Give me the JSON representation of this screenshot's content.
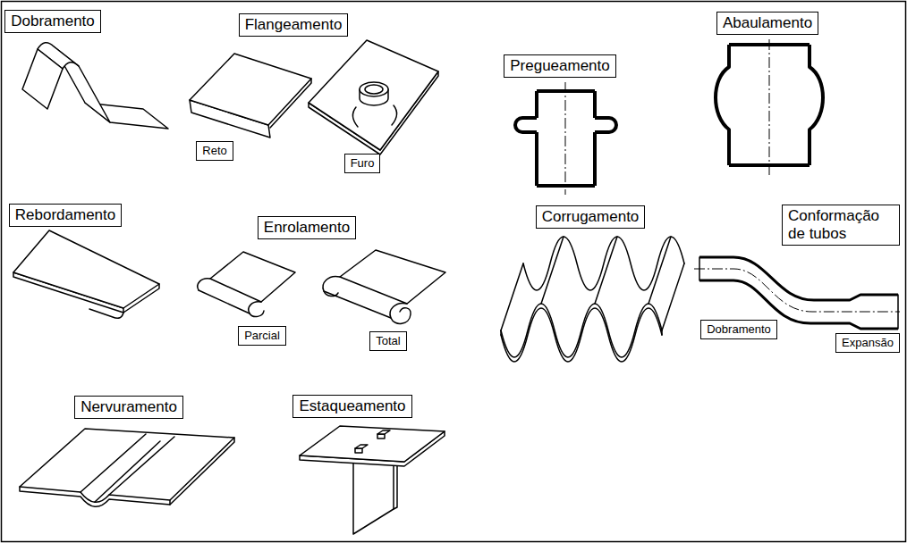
{
  "diagram": {
    "nodes": [
      {
        "text": [
          "Dobramento"
        ]
      },
      {
        "text": [
          "Flangeamento"
        ]
      },
      {
        "text": [
          "Reto"
        ]
      },
      {
        "text": [
          "Furo"
        ]
      },
      {
        "text": [
          "Pregueamento"
        ]
      },
      {
        "text": [
          "Abaulamento"
        ]
      },
      {
        "text": [
          "Rebordamento"
        ]
      },
      {
        "text": [
          "Enrolamento"
        ]
      },
      {
        "text": [
          "Parcial"
        ]
      },
      {
        "text": [
          "Total"
        ]
      },
      {
        "text": [
          "Corrugamento"
        ]
      },
      {
        "text": [
          "Conformação de tubos"
        ]
      },
      {
        "text": [
          "Dobramento"
        ]
      },
      {
        "text": [
          "Expansão"
        ]
      },
      {
        "text": [
          "Nervuramento"
        ]
      },
      {
        "text": [
          "Estaqueamento"
        ]
      }
    ]
  }
}
